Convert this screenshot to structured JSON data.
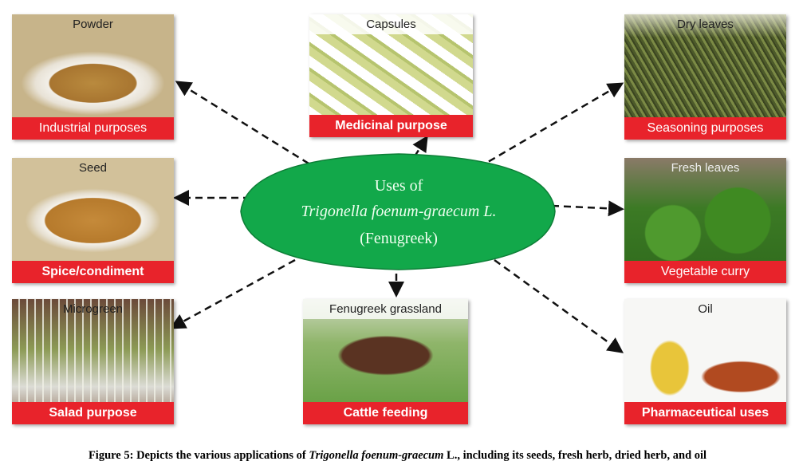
{
  "center": {
    "line1": "Uses of",
    "line2": "Trigonella foenum-graecum L.",
    "line3": "(Fenugreek)",
    "color": "#12a84a"
  },
  "panels": [
    {
      "title": "Powder",
      "label": "Industrial purposes"
    },
    {
      "title": "Capsules",
      "label": "Medicinal purpose"
    },
    {
      "title": "Dry leaves",
      "label": "Seasoning purposes"
    },
    {
      "title": "Seed",
      "label": "Spice/condiment"
    },
    {
      "title": "Fresh leaves",
      "label": "Vegetable curry"
    },
    {
      "title": "Microgreen",
      "label": "Salad purpose"
    },
    {
      "title": "Fenugreek grassland",
      "label": "Cattle feeding"
    },
    {
      "title": "Oil",
      "label": "Pharmaceutical uses"
    }
  ],
  "caption": {
    "prefix": "Figure 5: Depicts the various applications of ",
    "species": "Trigonella foenum-graecum",
    "suffix": " L., including its seeds, fresh herb, dried herb, and oil"
  },
  "label_color": "#e8232b"
}
